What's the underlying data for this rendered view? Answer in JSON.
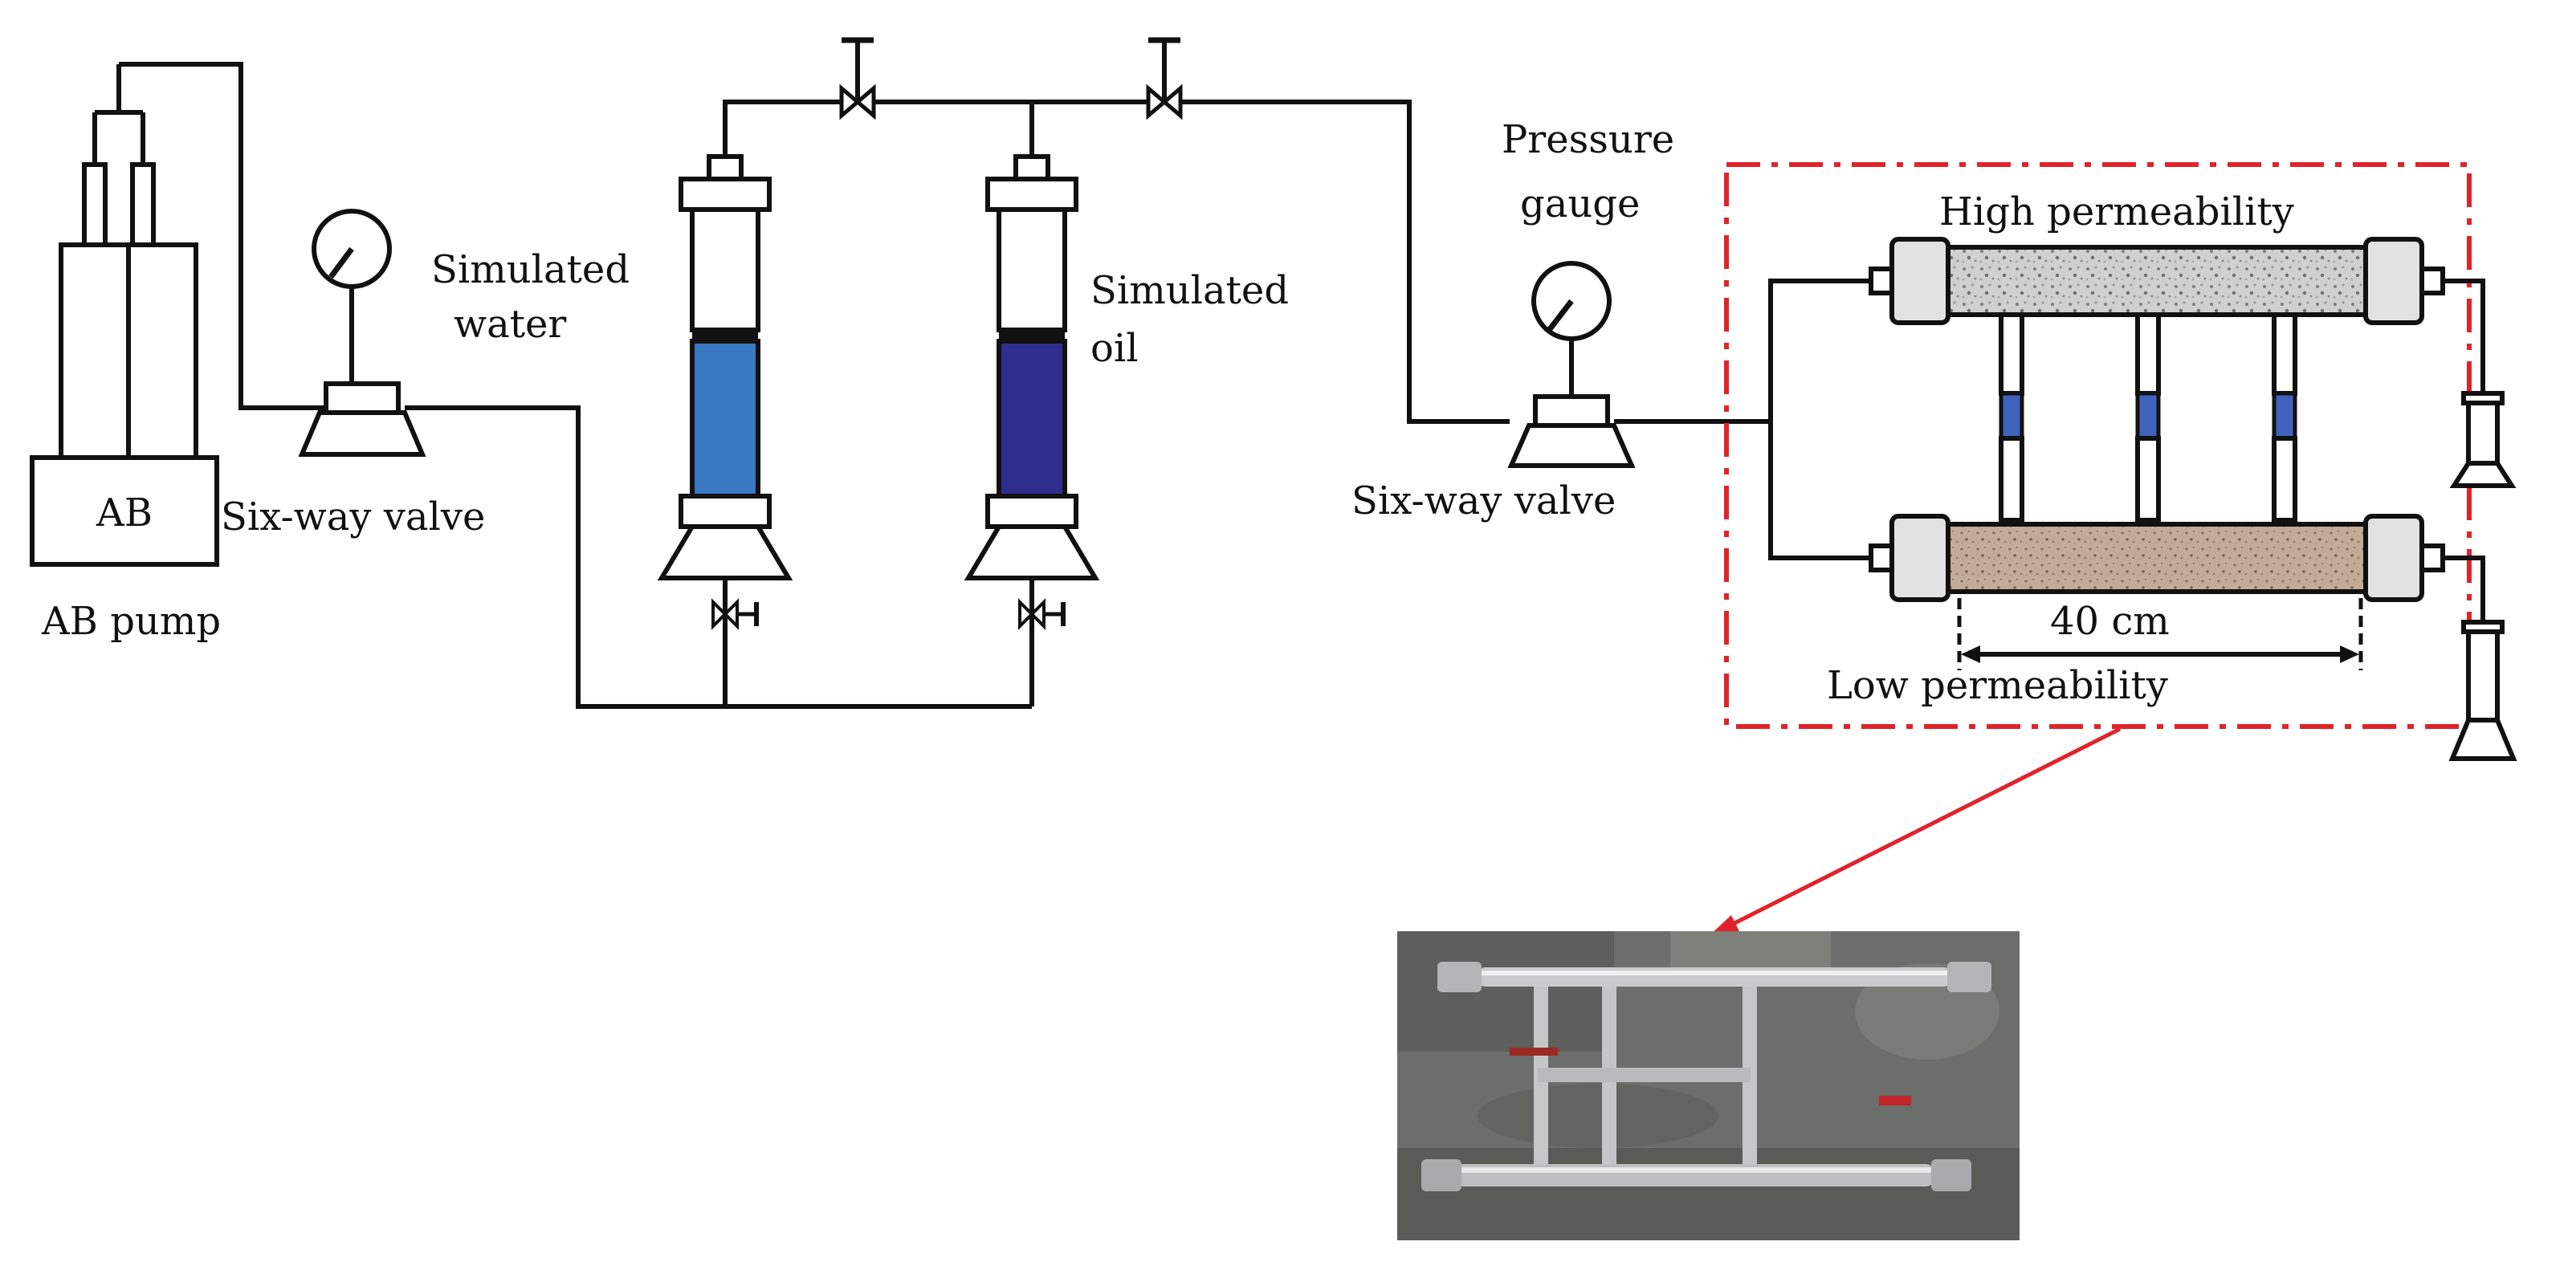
{
  "labels": {
    "ab_box": "AB",
    "ab_pump": "AB pump",
    "six_way_valve_left": "Six-way valve",
    "simulated_water_1": "Simulated",
    "simulated_water_2": "water",
    "simulated_oil_1": "Simulated",
    "simulated_oil_2": "oil",
    "pressure_gauge_1": "Pressure",
    "pressure_gauge_2": "gauge",
    "six_way_valve_right": "Six-way valve",
    "high_permeability": "High permeability",
    "low_permeability": "Low permeability",
    "length": "40 cm"
  },
  "colors": {
    "water": "#3a78c2",
    "oil": "#2e2f8c",
    "link": "#3f63bd",
    "callout": "#e0232a",
    "high_core": "#cfd0d0",
    "low_core": "#c2ac98",
    "photo_bg": "#6b6e6a"
  }
}
